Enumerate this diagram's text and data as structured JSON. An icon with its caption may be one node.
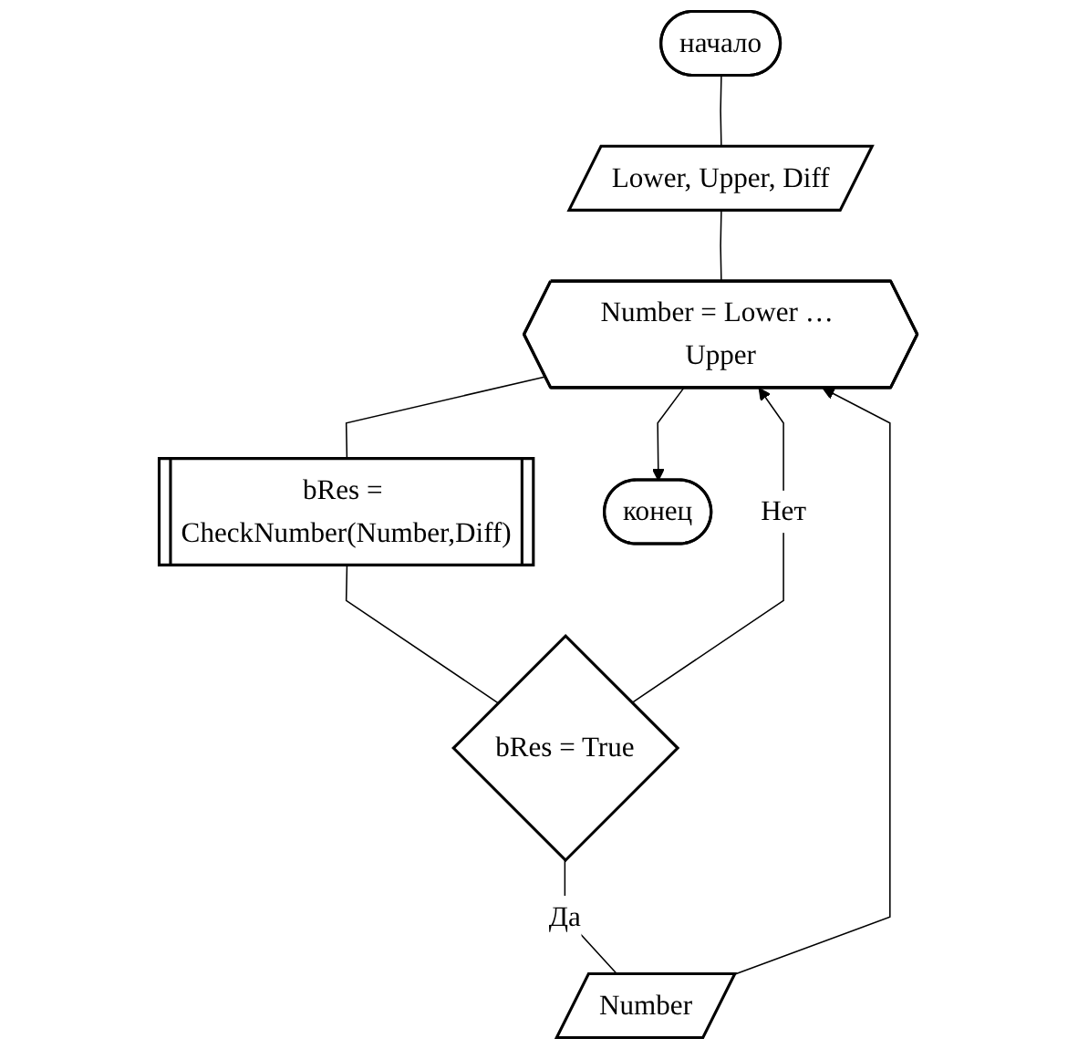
{
  "diagram": {
    "nodes": [
      {
        "text": [
          "начало"
        ]
      },
      {
        "text": [
          "Lower, Upper, Diff"
        ]
      },
      {
        "text": [
          "Number = Lower … Upper"
        ]
      },
      {
        "text": [
          "bRes = CheckNumber(Number,Diff)"
        ]
      },
      {
        "text": [
          "bRes = True"
        ]
      },
      {
        "text": [
          "Number"
        ]
      },
      {
        "text": [
          "конец"
        ]
      }
    ],
    "edges": [
      {
        "from": 0,
        "to": 1,
        "arrow": "none"
      },
      {
        "from": 1,
        "to": 2,
        "arrow": "none"
      },
      {
        "from": 2,
        "to": 3,
        "arrow": "none"
      },
      {
        "from": 3,
        "to": 4,
        "arrow": "none"
      },
      {
        "from": 4,
        "to": 5,
        "label": "Да",
        "arrow": "none"
      },
      {
        "from": 4,
        "to": 2,
        "label": "Нет",
        "arrow": "to"
      },
      {
        "from": 5,
        "to": 2,
        "arrow": "to"
      },
      {
        "from": 2,
        "to": 6,
        "arrow": "to"
      }
    ]
  }
}
